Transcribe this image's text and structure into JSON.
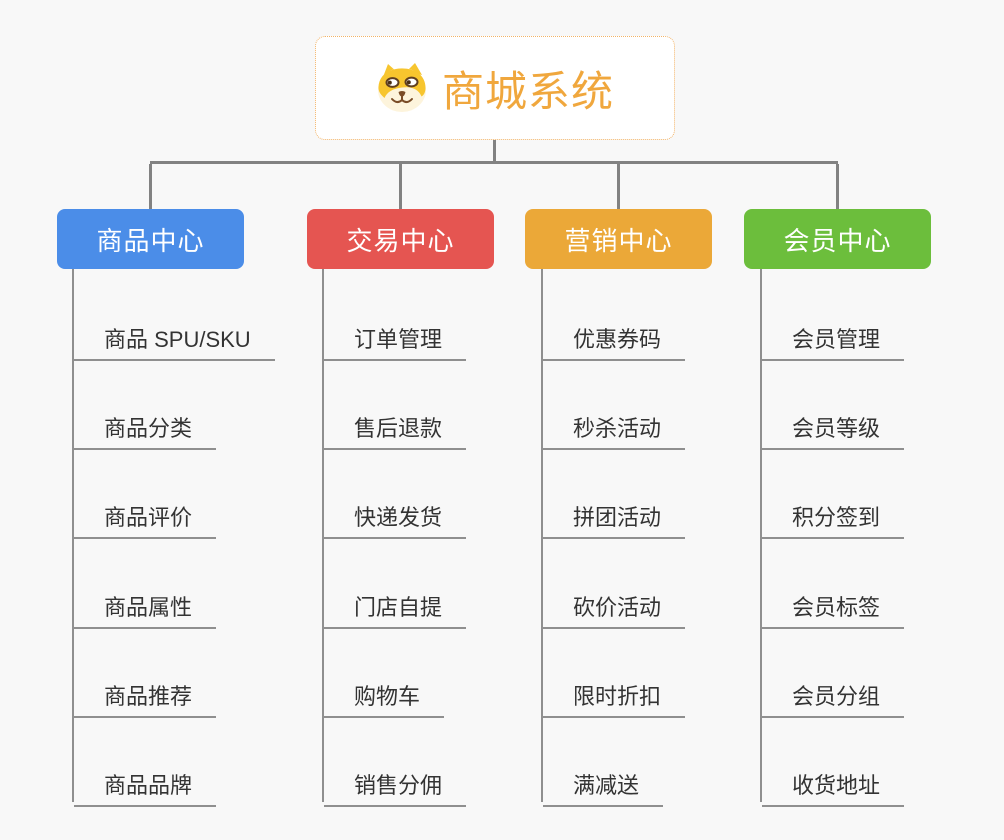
{
  "root": {
    "title": "商城系统",
    "icon": "dog-icon",
    "title_color": "#f0a73d",
    "border_color": "#f2b469"
  },
  "palette": {
    "connector_gray": "#828282",
    "child_line_gray": "#8f8f8f",
    "child_text": "#333333",
    "page_background": "#f8f8f8"
  },
  "branches": [
    {
      "label": "商品中心",
      "color": "#4b8de8",
      "children": [
        "商品 SPU/SKU",
        "商品分类",
        "商品评价",
        "商品属性",
        "商品推荐",
        "商品品牌"
      ]
    },
    {
      "label": "交易中心",
      "color": "#e55551",
      "children": [
        "订单管理",
        "售后退款",
        "快递发货",
        "门店自提",
        "购物车",
        "销售分佣"
      ]
    },
    {
      "label": "营销中心",
      "color": "#eba838",
      "children": [
        "优惠券码",
        "秒杀活动",
        "拼团活动",
        "砍价活动",
        "限时折扣",
        "满减送"
      ]
    },
    {
      "label": "会员中心",
      "color": "#6cbe3c",
      "children": [
        "会员管理",
        "会员等级",
        "积分签到",
        "会员标签",
        "会员分组",
        "收货地址"
      ]
    }
  ]
}
